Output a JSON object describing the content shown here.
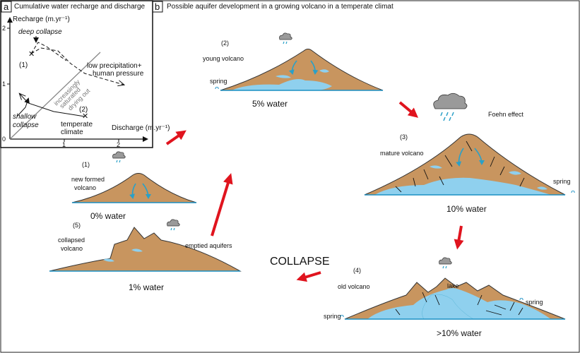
{
  "panel_a": {
    "letter": "a",
    "title": "Cumulative water recharge and discharge",
    "y_axis_label": "Recharge (m.yr⁻¹)",
    "x_axis_label": "Discharge (m.yr⁻¹)",
    "y_ticks": [
      "0",
      "1",
      "2"
    ],
    "x_ticks": [
      "1",
      "2"
    ],
    "labels": {
      "deep_collapse": "deep collapse",
      "stage_1": "(1)",
      "stage_2": "(2)",
      "shallow": "shallow",
      "collapse": "collapse",
      "temperate": "temperate",
      "climate": "climate",
      "increasingly": "increasingly",
      "saturated": "saturated",
      "drying_out": "drying out",
      "low_precip": "low precipitation+",
      "human_pressure": "human pressure"
    }
  },
  "panel_b": {
    "letter": "b",
    "title": "Possible aquifer development in a growing volcano in a temperate climat",
    "stages": [
      {
        "num": "(1)",
        "name": "new formed",
        "name2": "volcano",
        "water": "0% water"
      },
      {
        "num": "(2)",
        "name": "young volcano",
        "name2": "",
        "water": "5% water",
        "spring": "spring"
      },
      {
        "num": "(3)",
        "name": "mature volcano",
        "name2": "",
        "water": "10% water",
        "spring": "spring",
        "extra": "Foehn effect"
      },
      {
        "num": "(4)",
        "name": "old volcano",
        "name2": "",
        "water": ">10% water",
        "spring_left": "spring",
        "spring_right": "spring",
        "lake": "lake"
      },
      {
        "num": "(5)",
        "name": "collapsed",
        "name2": "volcano",
        "water": "1% water",
        "extra": "emptied aquifers"
      }
    ],
    "collapse_label": "COLLAPSE"
  },
  "colors": {
    "rock": "#c8955f",
    "water": "#8fd0ee",
    "arrow": "#e0141e",
    "flow": "#2aa0c8",
    "cloud": "#9a9a9a"
  }
}
